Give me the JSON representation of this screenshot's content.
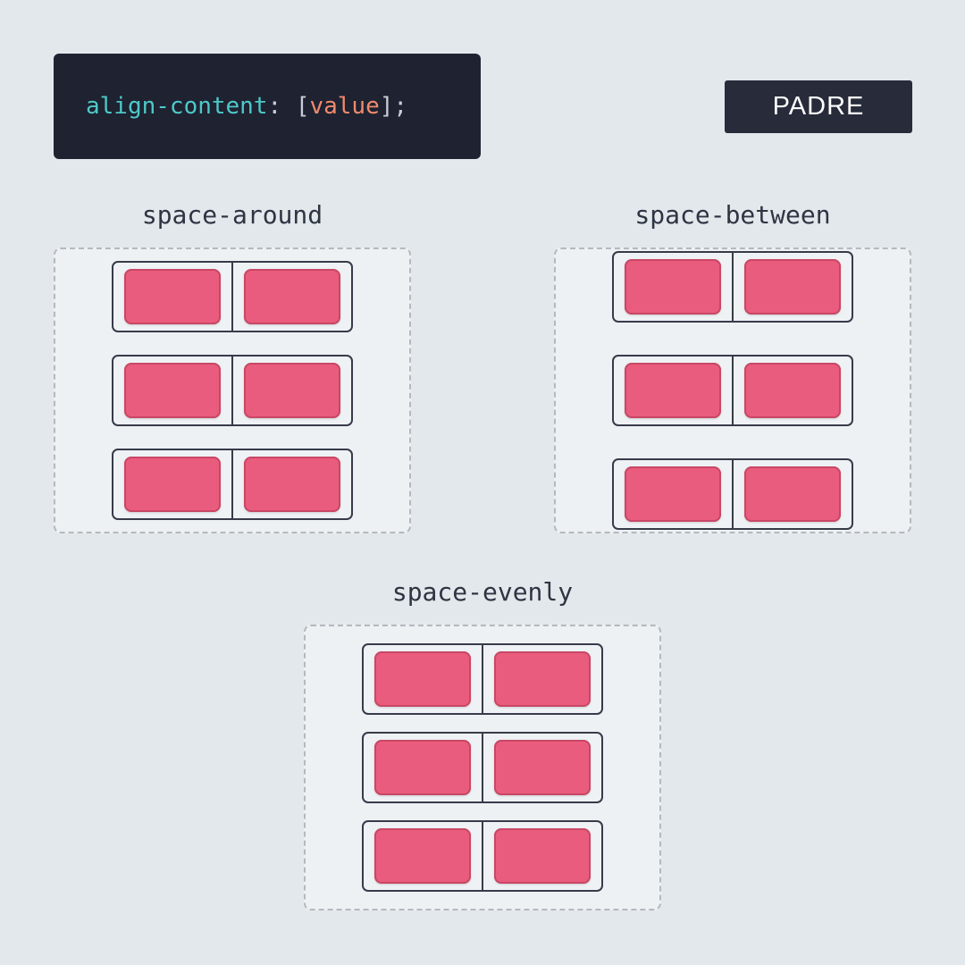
{
  "code": {
    "property": "align-content",
    "colon": ": ",
    "open_bracket": "[",
    "value": "value",
    "close": "];"
  },
  "badge": "PADRE",
  "examples": [
    {
      "title": "space-around"
    },
    {
      "title": "space-between"
    },
    {
      "title": "space-evenly"
    }
  ],
  "colors": {
    "background": "#e3e8ec",
    "code_background": "#1e2231",
    "property": "#4ec9c7",
    "value": "#f08a6c",
    "item": "#ea5c7d",
    "badge_background": "#272b3a"
  }
}
